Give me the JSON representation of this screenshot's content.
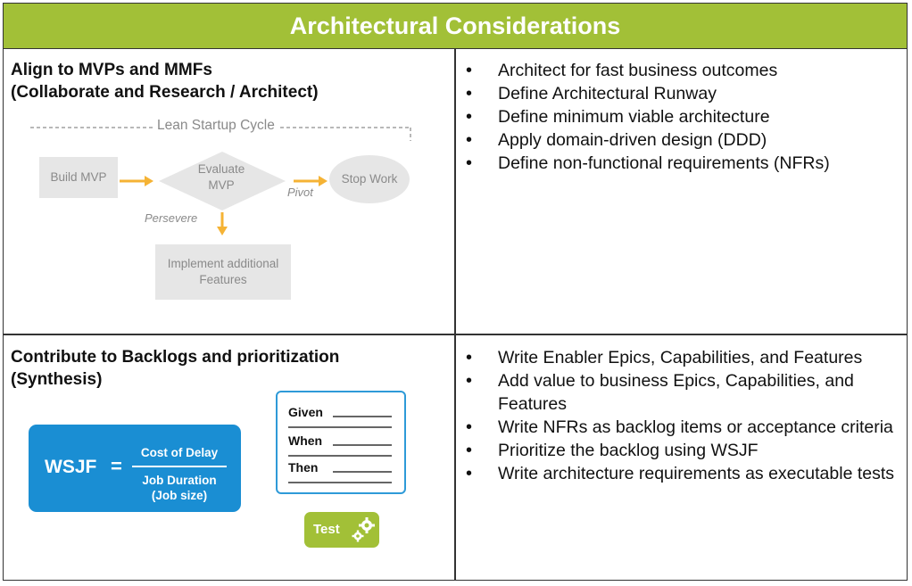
{
  "header": {
    "title": "Architectural Considerations"
  },
  "top_left": {
    "title_line1": "Align to MVPs and MMFs",
    "title_line2": "(Collaborate and Research / Architect)",
    "diagram": {
      "cycle_label": "Lean Startup Cycle",
      "build": "Build MVP",
      "evaluate_line1": "Evaluate",
      "evaluate_line2": "MVP",
      "stop": "Stop Work",
      "pivot": "Pivot",
      "persevere": "Persevere",
      "implement_line1": "Implement additional",
      "implement_line2": "Features"
    },
    "colors": {
      "arrow": "#f5b335",
      "box": "#e6e6e6",
      "text": "#8a8a8a"
    }
  },
  "top_right": {
    "bullets": [
      "Architect for fast business outcomes",
      "Define Architectural Runway",
      "Define minimum viable architecture",
      "Apply domain-driven design (DDD)",
      "Define non-functional requirements (NFRs)"
    ]
  },
  "bottom_left": {
    "title_line1": "Contribute to Backlogs and prioritization",
    "title_line2": "(Synthesis)",
    "wsjf": {
      "label": "WSJF",
      "equals": "=",
      "numerator": "Cost of Delay",
      "denominator_line1": "Job Duration",
      "denominator_line2": "(Job size)"
    },
    "gwt": {
      "given": "Given",
      "when": "When",
      "then": "Then"
    },
    "test_label": "Test",
    "colors": {
      "wsjf": "#1a8ed3",
      "test": "#a2c037",
      "gwt_border": "#2e9ad8"
    }
  },
  "bottom_right": {
    "bullets": [
      "Write Enabler Epics, Capabilities, and Features",
      "Add value to business Epics, Capabilities, and Features",
      "Write NFRs as backlog items or acceptance criteria",
      "Prioritize the backlog using WSJF",
      "Write architecture requirements as executable tests"
    ]
  },
  "colors": {
    "header": "#a2c037",
    "border": "#333333"
  }
}
